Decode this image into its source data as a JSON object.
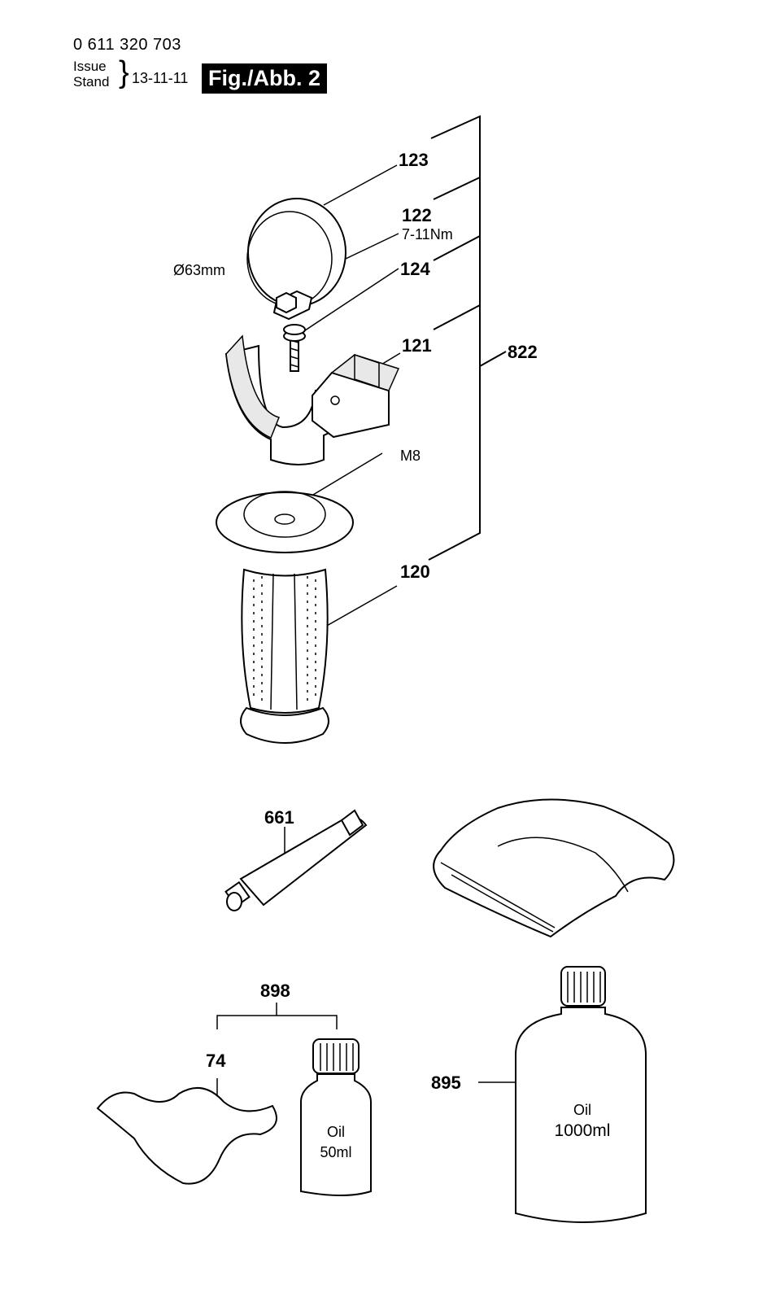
{
  "header": {
    "part_number": "0 611 320 703",
    "issue_label": "Issue",
    "stand_label": "Stand",
    "date": "13-11-11",
    "figure": "Fig./Abb. 2"
  },
  "callouts": {
    "c123": "123",
    "c122": "122",
    "torque": "7-11Nm",
    "diameter": "Ø63mm",
    "c124": "124",
    "c121": "121",
    "c822": "822",
    "m8": "M8",
    "c120": "120",
    "c661": "661",
    "c898": "898",
    "c74": "74",
    "c895": "895"
  },
  "bottles": {
    "small_line1": "Oil",
    "small_line2": "50ml",
    "large_line1": "Oil",
    "large_line2": "1000ml"
  }
}
